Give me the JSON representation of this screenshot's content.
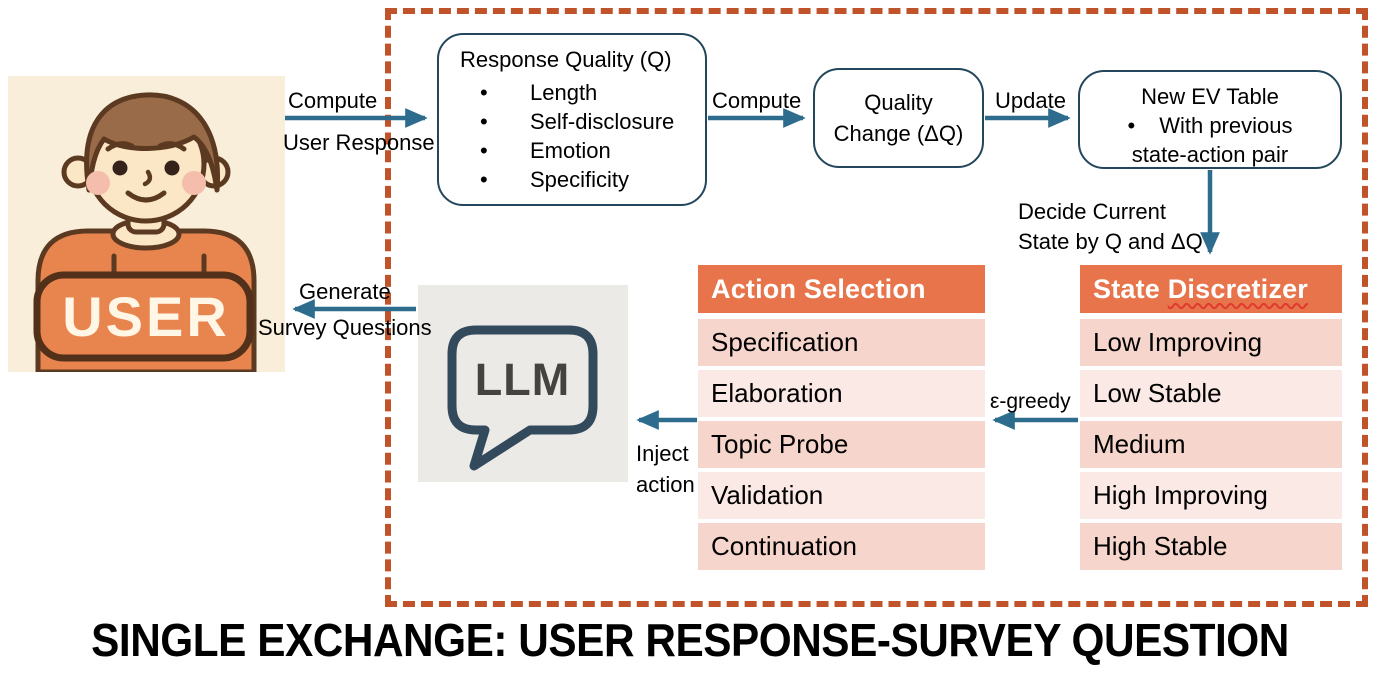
{
  "caption": "SINGLE EXCHANGE: USER RESPONSE-SURVEY QUESTION",
  "user": {
    "badge_label": "USER"
  },
  "llm": {
    "label": "LLM"
  },
  "boxes": {
    "response_quality": {
      "title": "Response Quality  (Q)",
      "bullet_char": "•",
      "bullets": [
        "Length",
        "Self-disclosure",
        "Emotion",
        "Specificity"
      ]
    },
    "quality_change": {
      "title": "Quality Change (ΔQ)"
    },
    "new_ev_table": {
      "title": "New EV Table",
      "bullet_char": "•",
      "bullet_line1": "With previous",
      "bullet_line2": "state-action pair"
    }
  },
  "tables": {
    "action_selection": {
      "header": "Action Selection",
      "rows": [
        "Specification",
        "Elaboration",
        "Topic Probe",
        "Validation",
        "Continuation"
      ]
    },
    "state_discretizer": {
      "header_word1": "State",
      "header_word2": "Discretizer",
      "rows": [
        "Low Improving",
        "Low Stable",
        "Medium",
        "High Improving",
        "High Stable"
      ]
    }
  },
  "labels": {
    "compute_user": "Compute",
    "user_response": "User Response",
    "compute_quality": "Compute",
    "update": "Update",
    "decide_line1": "Decide Current",
    "decide_line2": "State by Q and ΔQ",
    "egreedy": "ε-greedy",
    "inject_line1": "Inject",
    "inject_line2": "action",
    "generate": "Generate",
    "survey_questions": "Survey Questions"
  },
  "colors": {
    "dashed_frame": "#C1532B",
    "table_header": "#E8744B",
    "row_dark": "#F6D5CC",
    "row_light": "#FBE9E5",
    "arrow": "#2D6C8D",
    "box_border": "#24465C",
    "llm_background": "#ECEAE7",
    "user_background": "#F8EED9",
    "shirt_orange": "#E8854F"
  }
}
